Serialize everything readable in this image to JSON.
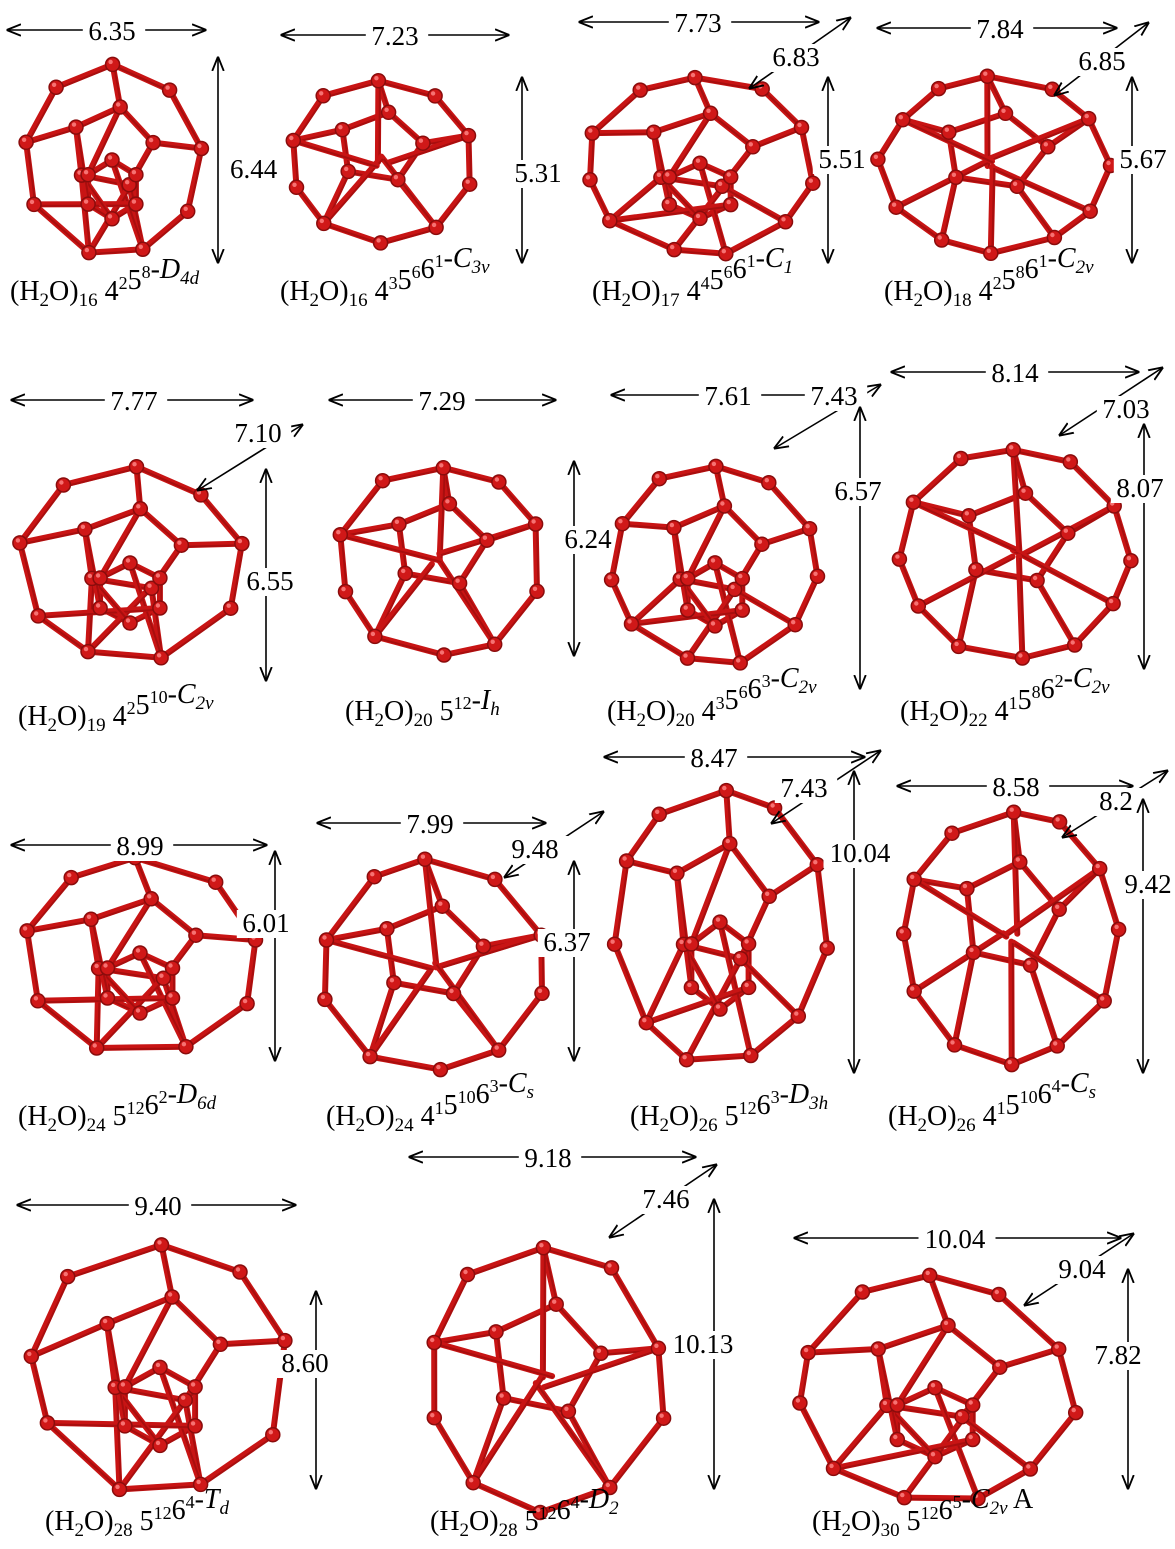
{
  "panels": [
    {
      "id": "h2o16-d4d",
      "dims": [
        "6.35",
        "6.44"
      ],
      "caption": {
        "n": "16",
        "ring": "4²5⁸",
        "sym": "D4d"
      }
    },
    {
      "id": "h2o16-c3v",
      "dims": [
        "7.23",
        "5.31"
      ],
      "caption": {
        "n": "16",
        "ring": "4³5⁶6¹",
        "sym": "C3v"
      }
    },
    {
      "id": "h2o17-c1",
      "dims": [
        "7.73",
        "6.83",
        "5.51"
      ],
      "caption": {
        "n": "17",
        "ring": "4⁴5⁶6¹",
        "sym": "C1"
      }
    },
    {
      "id": "h2o18-c2v",
      "dims": [
        "7.84",
        "6.85",
        "5.67"
      ],
      "caption": {
        "n": "18",
        "ring": "4²5⁸6¹",
        "sym": "C2v"
      }
    },
    {
      "id": "h2o19-c2v",
      "dims": [
        "7.77",
        "7.10",
        "6.55"
      ],
      "caption": {
        "n": "19",
        "ring": "4²5¹⁰",
        "sym": "C2v"
      }
    },
    {
      "id": "h2o20-ih",
      "dims": [
        "7.29",
        "6.24"
      ],
      "caption": {
        "n": "20",
        "ring": "5¹²",
        "sym": "Ih"
      }
    },
    {
      "id": "h2o20-c2v",
      "dims": [
        "7.61",
        "7.43",
        "6.57"
      ],
      "caption": {
        "n": "20",
        "ring": "4³5⁶6³",
        "sym": "C2v"
      }
    },
    {
      "id": "h2o22-c2v",
      "dims": [
        "8.14",
        "7.03",
        "8.07"
      ],
      "caption": {
        "n": "22",
        "ring": "4¹5⁸6²",
        "sym": "C2v"
      }
    },
    {
      "id": "h2o24-d6d",
      "dims": [
        "8.99",
        "6.01"
      ],
      "caption": {
        "n": "24",
        "ring": "5¹²6²",
        "sym": "D6d"
      }
    },
    {
      "id": "h2o24-cs",
      "dims": [
        "7.99",
        "9.48",
        "6.37"
      ],
      "caption": {
        "n": "24",
        "ring": "4¹5¹⁰6³",
        "sym": "Cs"
      }
    },
    {
      "id": "h2o26-d3h",
      "dims": [
        "8.47",
        "7.43",
        "10.04"
      ],
      "caption": {
        "n": "26",
        "ring": "5¹²6³",
        "sym": "D3h"
      }
    },
    {
      "id": "h2o26-cs",
      "dims": [
        "8.58",
        "8.2",
        "9.42"
      ],
      "caption": {
        "n": "26",
        "ring": "4¹5¹⁰6⁴",
        "sym": "Cs"
      }
    },
    {
      "id": "h2o28-td",
      "dims": [
        "9.40",
        "8.60"
      ],
      "caption": {
        "n": "28",
        "ring": "5¹²6⁴",
        "sym": "Td"
      }
    },
    {
      "id": "h2o28-d2",
      "dims": [
        "9.18",
        "7.46",
        "10.13"
      ],
      "caption": {
        "n": "28",
        "ring": "5¹²6⁴",
        "sym": "D2"
      }
    },
    {
      "id": "h2o30-c2v-a",
      "dims": [
        "10.04",
        "9.04",
        "7.82"
      ],
      "caption": {
        "n": "30",
        "ring": "5¹²6⁵",
        "sym": "C2v",
        "suffix": "A"
      }
    }
  ],
  "colors": {
    "cage": "#c81414",
    "atom": "#d01818",
    "text": "#000000"
  }
}
